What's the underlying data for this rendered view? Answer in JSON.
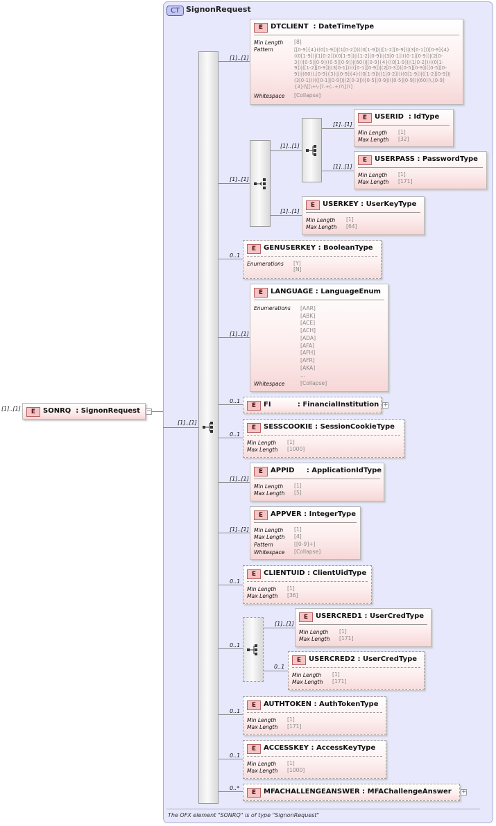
{
  "root": {
    "multiplicity": "[1]..[1]",
    "badge": "E",
    "name": "SONRQ",
    "type": "SignonRequest",
    "collapse": "−"
  },
  "complex_type": {
    "badge": "CT",
    "name": "SignonRequest",
    "note": "The OFX element \"SONRQ\" is of type \"SignonRequest\""
  },
  "main_sequence": {
    "multiplicity": "[1]..[1]"
  },
  "elements": {
    "dtclient": {
      "mult": "[1]..[1]",
      "name": "DTCLIENT  : DateTimeType",
      "facets": [
        {
          "label": "Min Length",
          "value": "[8]"
        },
        {
          "label": "Pattern",
          "value": "[[0-9]{4}((0[1-9])|(1[0-2]))((0[1-9])|([1-2][0-9])|(3[0-1]))[0-9]{4}\n((0[1-9])|(1[0-2]))(0[1-9])|([1-2][0-9])|(3[0-1])((0-1][0-9])|(2[0-\n3]))[0-5][0-9]((0-5][0-9])|(60))|[0-9]{4}((0[1-9])|(1[0-2]))((0[1-\n9])|([1-2][0-9])|(3[0-1]))(([0-1][0-9])|(2[0-3]))[0-5][0-9](([0-5][0-\n9])|(60)).[0-9]{3}|[0-9]{4}((0[1-9])|(1[0-2]))((0[1-9])|([1-2][0-9])|\n(3[0-1]))(([0-1][0-9])|(2[0-3]))[0-5][0-9](([0-5][0-9])|(60))\\.[0-9]\n{3}(\\[[\\+\\-]?.+(:.+)?\\])?]"
        },
        {
          "label": "Whitespace",
          "value": "[Collapse]"
        }
      ]
    },
    "choice_mult": "[1]..[1]",
    "inner_seq_mult": "[1]..[1]",
    "userid": {
      "mult": "[1]..[1]",
      "name": "USERID  : IdType",
      "facets": [
        {
          "label": "Min Length",
          "value": "[1]"
        },
        {
          "label": "Max Length",
          "value": "[32]"
        }
      ]
    },
    "userpass": {
      "mult": "[1]..[1]",
      "name": "USERPASS : PasswordType",
      "facets": [
        {
          "label": "Min Length",
          "value": "[1]"
        },
        {
          "label": "Max Length",
          "value": "[171]"
        }
      ]
    },
    "userkey": {
      "mult": "[1]..[1]",
      "name": "USERKEY : UserKeyType",
      "facets": [
        {
          "label": "Min Length",
          "value": "[1]"
        },
        {
          "label": "Max Length",
          "value": "[64]"
        }
      ]
    },
    "genuserkey": {
      "mult": "0..1",
      "name": "GENUSERKEY : BooleanType",
      "facets": [
        {
          "label": "Enumerations",
          "value": "[Y]\n[N]"
        }
      ]
    },
    "language": {
      "mult": "[1]..[1]",
      "name": "LANGUAGE : LanguageEnum",
      "facets": [
        {
          "label": "Enumerations",
          "value": "[AAR]\n[ABK]\n[ACE]\n[ACH]\n[ADA]\n[AFA]\n[AFH]\n[AFR]\n[AKA]\n..."
        },
        {
          "label": "Whitespace",
          "value": "[Collapse]"
        }
      ]
    },
    "fi": {
      "mult": "0..1",
      "name": "FI           : FinancialInstitution",
      "expand": "+"
    },
    "sesscookie": {
      "mult": "0..1",
      "name": "SESSCOOKIE : SessionCookieType",
      "facets": [
        {
          "label": "Min Length",
          "value": "[1]"
        },
        {
          "label": "Max Length",
          "value": "[1000]"
        }
      ]
    },
    "appid": {
      "mult": "[1]..[1]",
      "name": "APPID     : ApplicationIdType",
      "facets": [
        {
          "label": "Min Length",
          "value": "[1]"
        },
        {
          "label": "Max Length",
          "value": "[5]"
        }
      ]
    },
    "appver": {
      "mult": "[1]..[1]",
      "name": "APPVER : IntegerType",
      "facets": [
        {
          "label": "Min Length",
          "value": "[1]"
        },
        {
          "label": "Max Length",
          "value": "[4]"
        },
        {
          "label": "Pattern",
          "value": "[[0-9]+]"
        },
        {
          "label": "Whitespace",
          "value": "[Collapse]"
        }
      ]
    },
    "clientuid": {
      "mult": "0..1",
      "name": "CLIENTUID : ClientUidType",
      "facets": [
        {
          "label": "Min Length",
          "value": "[1]"
        },
        {
          "label": "Max Length",
          "value": "[36]"
        }
      ]
    },
    "cred_seq_mult": "0..1",
    "usercred1": {
      "mult": "[1]..[1]",
      "name": "USERCRED1 : UserCredType",
      "facets": [
        {
          "label": "Min Length",
          "value": "[1]"
        },
        {
          "label": "Max Length",
          "value": "[171]"
        }
      ]
    },
    "usercred2": {
      "mult": "0..1",
      "name": "USERCRED2 : UserCredType",
      "facets": [
        {
          "label": "Min Length",
          "value": "[1]"
        },
        {
          "label": "Max Length",
          "value": "[171]"
        }
      ]
    },
    "authtoken": {
      "mult": "0..1",
      "name": "AUTHTOKEN : AuthTokenType",
      "facets": [
        {
          "label": "Min Length",
          "value": "[1]"
        },
        {
          "label": "Max Length",
          "value": "[171]"
        }
      ]
    },
    "accesskey": {
      "mult": "0..1",
      "name": "ACCESSKEY : AccessKeyType",
      "facets": [
        {
          "label": "Min Length",
          "value": "[1]"
        },
        {
          "label": "Max Length",
          "value": "[1000]"
        }
      ]
    },
    "mfachallengeanswer": {
      "mult": "0..*",
      "name": "MFACHALLENGEANSWER : MFAChallengeAnswer",
      "expand": "+"
    }
  }
}
